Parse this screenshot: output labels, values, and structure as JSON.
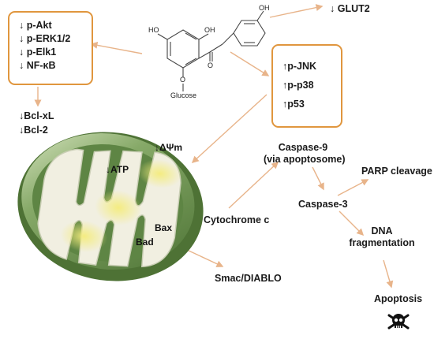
{
  "colors": {
    "arrow": "#e8b48a",
    "box_border": "#e0963e",
    "mito_outer": "#6e9450",
    "mito_inner": "#f3f0e2",
    "atp_glow": "#f2e97a"
  },
  "molecule": {
    "oh_left": "HO",
    "oh_mid": "OH",
    "oh_right": "OH",
    "sugar": "Glucose",
    "ring_oxygen": "O",
    "ketone_oxygen": "O"
  },
  "left_box": {
    "items": [
      "↓ p-Akt",
      "↓ p-ERK1/2",
      "↓ p-Elk1",
      "↓ NF-κB"
    ]
  },
  "right_box": {
    "items": [
      "↑p-JNK",
      "↑p-p38",
      "↑p53"
    ]
  },
  "labels": {
    "glut2": "↓ GLUT2",
    "bclxl": "↓Bcl-xL",
    "bcl2": "↓Bcl-2",
    "delta_psi": "↓ΔΨm",
    "atp": "↓ATP",
    "bax": "Bax",
    "bad": "Bad",
    "cytochrome": "Cytochrome c",
    "smac": "Smac/DIABLO",
    "casp9_line1": "Caspase-9",
    "casp9_line2": "(via apoptosome)",
    "casp3": "Caspase-3",
    "parp": "PARP cleavage",
    "dna_line1": "DNA",
    "dna_line2": "fragmentation",
    "apoptosis": "Apoptosis"
  },
  "icons": {
    "death": "skull-icon"
  }
}
